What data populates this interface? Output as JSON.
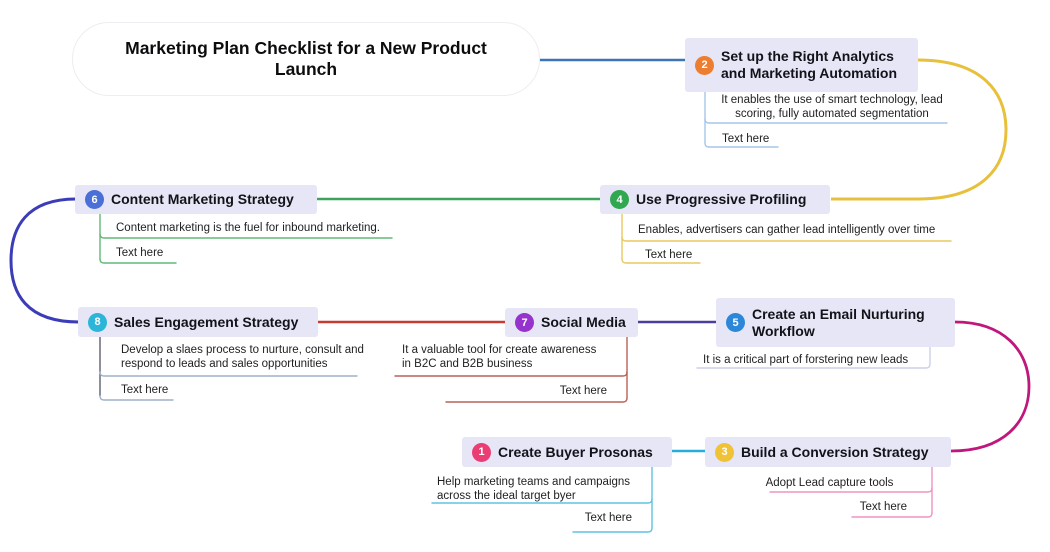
{
  "title": {
    "text": "Marketing Plan Checklist for a New Product Launch"
  },
  "nodes": {
    "personas": {
      "number": "1",
      "label": "Create Buyer Prosonas",
      "badge_color": "#ea3d74",
      "branch_color": "#5ec3e0",
      "stem_color": "#5ec3e0",
      "children": {
        "note": "Help marketing teams and campaigns across the ideal target byer",
        "placeholder": "Text here"
      }
    },
    "analytics": {
      "number": "2",
      "label": "Set up the Right Analytics and Marketing Automation",
      "badge_color": "#ed7d31",
      "branch_color": "#a6c6e8",
      "stem_color": "#a6c6e8",
      "children": {
        "note": "It enables the use of smart technology, lead scoring, fully automated segmentation",
        "placeholder": "Text here"
      }
    },
    "conversion": {
      "number": "3",
      "label": "Build a Conversion Strategy",
      "badge_color": "#f0c237",
      "branch_color": "#ef93c2",
      "stem_color": "#ef93c2",
      "children": {
        "note": "Adopt Lead capture tools",
        "placeholder": "Text here"
      }
    },
    "profiling": {
      "number": "4",
      "label": "Use Progressive Profiling",
      "badge_color": "#2fa84f",
      "branch_color": "#e9c95f",
      "stem_color": "#e9c95f",
      "children": {
        "note": "Enables, advertisers can gather lead intelligently over time",
        "placeholder": "Text here"
      }
    },
    "email": {
      "number": "5",
      "label": "Create an Email Nurturing Workflow",
      "badge_color": "#2d87d8",
      "branch_color": "#ccd0e8",
      "stem_color": "#ccd0e8",
      "children": {
        "note": "It is a critical part of forstering new leads"
      }
    },
    "content": {
      "number": "6",
      "label": "Content Marketing Strategy",
      "badge_color": "#4a6fd6",
      "branch_color": "#62b87a",
      "stem_color": "#62b87a",
      "children": {
        "note": "Content marketing is the fuel for inbound marketing.",
        "placeholder": "Text here"
      }
    },
    "social": {
      "number": "7",
      "label": "Social Media",
      "badge_color": "#9633cc",
      "branch_color": "#bc6156",
      "stem_color": "#bc6156",
      "children": {
        "note": "It a valuable tool for create awareness in B2C and B2B business",
        "placeholder": "Text here"
      }
    },
    "sales": {
      "number": "8",
      "label": "Sales Engagement Strategy",
      "badge_color": "#2ab5d9",
      "branch_color": "#9fb0c9",
      "stem_color": "#5c616e",
      "children": {
        "note": "Develop a slaes process to nurture, consult and respond to leads and sales opportunities",
        "placeholder": "Text here"
      }
    }
  },
  "connectors": {
    "title_to_analytics": {
      "color": "#3d74b8"
    },
    "analytics_to_profiling": {
      "color": "#e7c03c"
    },
    "profiling_to_content": {
      "color": "#3da45c"
    },
    "content_to_sales": {
      "color": "#3b3cb7"
    },
    "sales_to_social": {
      "color": "#c33b34"
    },
    "social_to_email": {
      "color": "#4b3f9e"
    },
    "email_to_conversion": {
      "color": "#c0177d"
    },
    "conversion_to_personas": {
      "color": "#2aabdf"
    }
  }
}
